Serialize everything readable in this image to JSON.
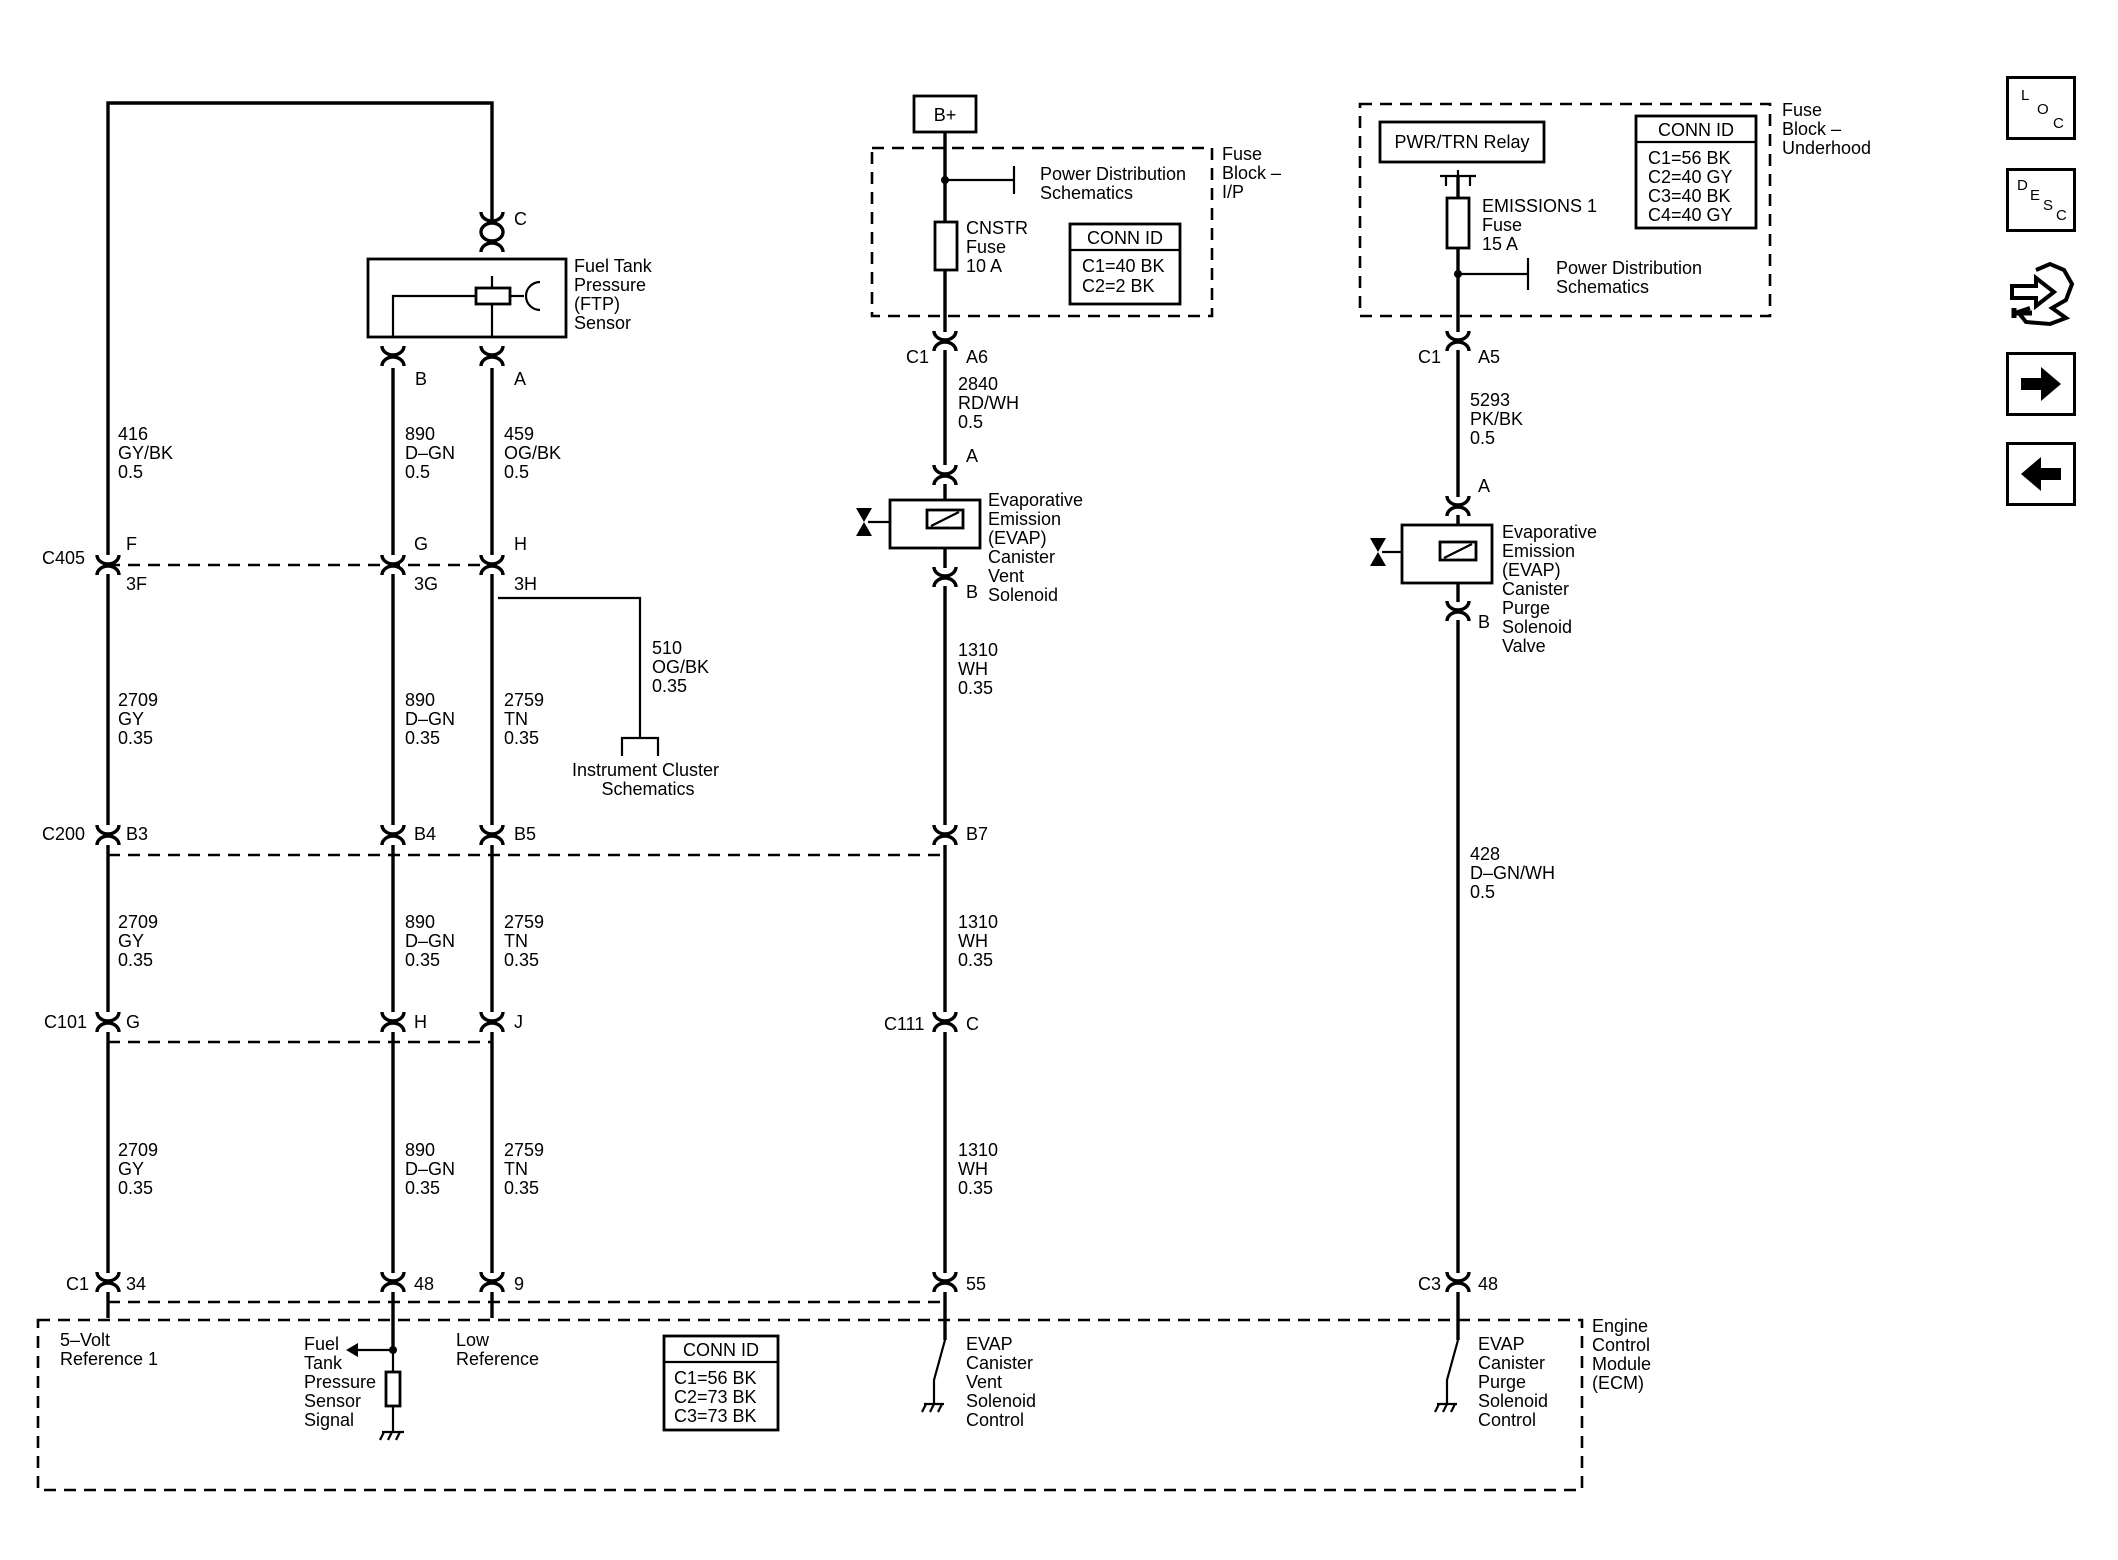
{
  "fuse_ip": {
    "bplus": "B+",
    "title": [
      "Fuse",
      "Block –",
      "I/P"
    ],
    "power_dist": [
      "Power Distribution",
      "Schematics"
    ],
    "fuse_label": [
      "CNSTR",
      "Fuse",
      "10 A"
    ],
    "conn_title": "CONN ID",
    "conn_lines": [
      "C1=40 BK",
      "C2=2 BK"
    ]
  },
  "fuse_uh": {
    "relay": "PWR/TRN Relay",
    "title": [
      "Fuse",
      "Block –",
      "Underhood"
    ],
    "conn_title": "CONN ID",
    "conn_lines": [
      "C1=56 BK",
      "C2=40 GY",
      "C3=40 BK",
      "C4=40 GY"
    ],
    "fuse_label": [
      "EMISSIONS 1",
      "Fuse",
      "15 A"
    ],
    "power_dist": [
      "Power Distribution",
      "Schematics"
    ]
  },
  "ftp_sensor": {
    "label": [
      "Fuel Tank",
      "Pressure",
      "(FTP)",
      "Sensor"
    ],
    "pin_c": "C",
    "pin_b": "B",
    "pin_a": "A"
  },
  "vent_solenoid": {
    "label": [
      "Evaporative",
      "Emission",
      "(EVAP)",
      "Canister",
      "Vent",
      "Solenoid"
    ],
    "pin_a": "A",
    "pin_b": "B"
  },
  "purge_solenoid": {
    "label": [
      "Evaporative",
      "Emission",
      "(EVAP)",
      "Canister",
      "Purge",
      "Solenoid",
      "Valve"
    ],
    "pin_a": "A",
    "pin_b": "B"
  },
  "connectors": {
    "c405": {
      "name": "C405",
      "pins": [
        "F",
        "G",
        "H"
      ],
      "pins2": [
        "3F",
        "3G",
        "3H"
      ]
    },
    "c200": {
      "name": "C200",
      "pins": [
        "B3",
        "B4",
        "B5",
        "B7"
      ]
    },
    "c101": {
      "name": "C101",
      "pins": [
        "G",
        "H",
        "J"
      ]
    },
    "c111": {
      "name": "C111",
      "pin": "C"
    },
    "c1_ip": {
      "name": "C1",
      "pin": "A6"
    },
    "c1_uh": {
      "name": "C1",
      "pin": "A5"
    },
    "ecm_c1": {
      "name": "C1",
      "pins": [
        "34",
        "48",
        "9",
        "55"
      ]
    },
    "ecm_c3": {
      "name": "C3",
      "pin": "48"
    }
  },
  "wires": {
    "w416": [
      "416",
      "GY/BK",
      "0.5"
    ],
    "w890a": [
      "890",
      "D–GN",
      "0.5"
    ],
    "w459": [
      "459",
      "OG/BK",
      "0.5"
    ],
    "w2709a": [
      "2709",
      "GY",
      "0.35"
    ],
    "w890b": [
      "890",
      "D–GN",
      "0.35"
    ],
    "w2759a": [
      "2759",
      "TN",
      "0.35"
    ],
    "w510": [
      "510",
      "OG/BK",
      "0.35"
    ],
    "w2840": [
      "2840",
      "RD/WH",
      "0.5"
    ],
    "w1310a": [
      "1310",
      "WH",
      "0.35"
    ],
    "w5293": [
      "5293",
      "PK/BK",
      "0.5"
    ],
    "w2709b": [
      "2709",
      "GY",
      "0.35"
    ],
    "w890c": [
      "890",
      "D–GN",
      "0.35"
    ],
    "w2759b": [
      "2759",
      "TN",
      "0.35"
    ],
    "w1310b": [
      "1310",
      "WH",
      "0.35"
    ],
    "w428": [
      "428",
      "D–GN/WH",
      "0.5"
    ],
    "w2709c": [
      "2709",
      "GY",
      "0.35"
    ],
    "w890d": [
      "890",
      "D–GN",
      "0.35"
    ],
    "w2759c": [
      "2759",
      "TN",
      "0.35"
    ],
    "w1310c": [
      "1310",
      "WH",
      "0.35"
    ]
  },
  "instrument_cluster": [
    "Instrument Cluster",
    "Schematics"
  ],
  "ecm": {
    "title": [
      "Engine",
      "Control",
      "Module",
      "(ECM)"
    ],
    "ref5v": [
      "5–Volt",
      "Reference 1"
    ],
    "ftp_signal": [
      "Fuel",
      "Tank",
      "Pressure",
      "Sensor",
      "Signal"
    ],
    "low_ref": [
      "Low",
      "Reference"
    ],
    "conn_title": "CONN ID",
    "conn_lines": [
      "C1=56 BK",
      "C2=73 BK",
      "C3=73 BK"
    ],
    "vent_ctrl": [
      "EVAP",
      "Canister",
      "Vent",
      "Solenoid",
      "Control"
    ],
    "purge_ctrl": [
      "EVAP",
      "Canister",
      "Purge",
      "Solenoid",
      "Control"
    ]
  },
  "nav": {
    "loc": [
      "L",
      "O",
      "C"
    ],
    "desc": [
      "D",
      "E",
      "S",
      "C"
    ],
    "icons": [
      "system-overview-icon",
      "next-page-arrow-icon",
      "previous-page-arrow-icon"
    ]
  }
}
